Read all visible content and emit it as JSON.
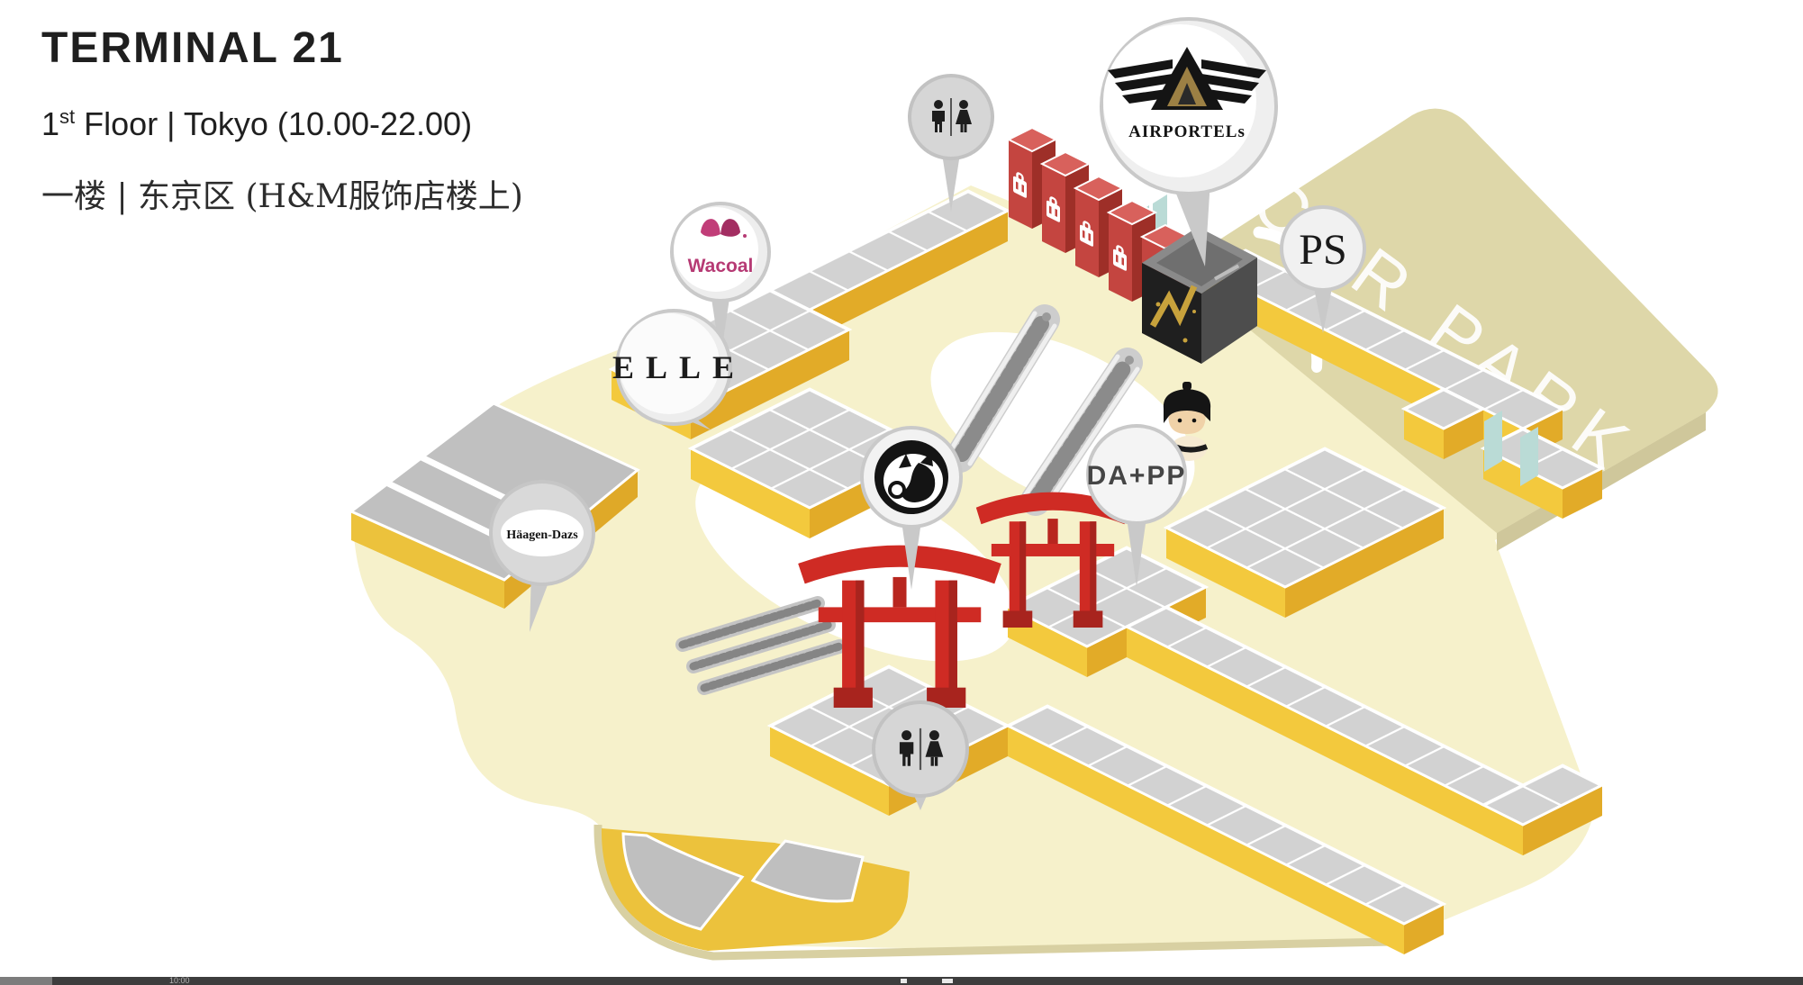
{
  "header": {
    "title": "TERMINAL 21",
    "floor": {
      "num": "1",
      "sup": "st",
      "rest": " Floor | Tokyo (10.00-22.00)"
    },
    "subtitle_cn": "一楼 | 东京区 (H&M服饰店楼上)"
  },
  "map": {
    "area_label": "CAR PARK",
    "pins": {
      "wacoal": {
        "label": "Wacoal"
      },
      "elle": {
        "label": "ELLE"
      },
      "haagen_dazs": {
        "label": "Häagen-Dazs"
      },
      "dapp": {
        "label": "DA+PP"
      },
      "ps": {
        "label": "PS"
      },
      "airportels": {
        "label": "AIRPORTELs"
      }
    },
    "colors": {
      "floor": "#f6f1cb",
      "carpark_floor": "#ded7a9",
      "carpark_edge": "#cfc79b",
      "shop_yellow": "#f3c93d",
      "shop_yellow_dark": "#e2ab28",
      "block_top": "#d2d2d2",
      "locker_red": "#c44540",
      "locker_red_dark": "#9e2f28",
      "torii_red": "#cf2b24",
      "torii_red_dark": "#a8241e",
      "pin_gray": "#d6d6d6",
      "ink": "#1c1c1c",
      "wacoal_pink": "#b63a74"
    }
  },
  "player": {
    "time_label": "10:00"
  }
}
